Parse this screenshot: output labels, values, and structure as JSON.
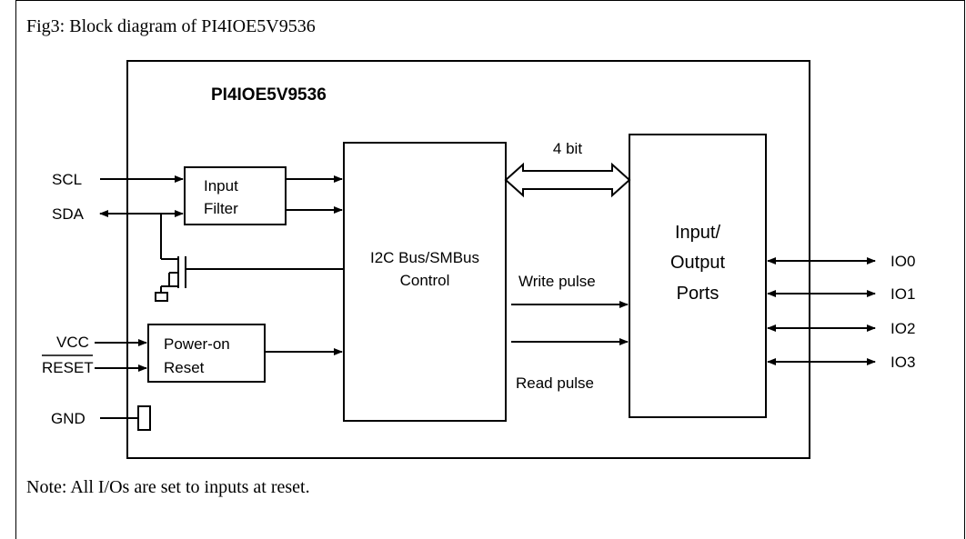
{
  "caption": "Fig3: Block diagram of PI4IOE5V9536",
  "note": "Note: All I/Os are set to inputs at reset.",
  "chip_name": "PI4IOE5V9536",
  "pins_left": {
    "scl": "SCL",
    "sda": "SDA",
    "vcc": "VCC",
    "reset": "RESET",
    "gnd": "GND"
  },
  "pins_right": [
    "IO0",
    "IO1",
    "IO2",
    "IO3"
  ],
  "blocks": {
    "input_filter": [
      "Input",
      "Filter"
    ],
    "power_on_reset": [
      "Power-on",
      "Reset"
    ],
    "bus_control": [
      "I2C Bus/SMBus",
      "Control"
    ],
    "io_ports": [
      "Input/",
      "Output",
      "Ports"
    ]
  },
  "signals": {
    "bus_width": "4 bit",
    "write": "Write pulse",
    "read": "Read pulse"
  }
}
